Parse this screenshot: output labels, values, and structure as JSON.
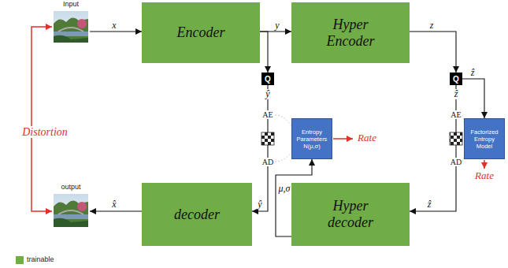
{
  "diagram": {
    "nodes": [
      {
        "text": [
          "Input"
        ]
      },
      {
        "text": [
          "Encoder"
        ]
      },
      {
        "text": [
          "Hyper Encoder"
        ]
      },
      {
        "text": [
          "Q"
        ]
      },
      {
        "text": [
          "Q"
        ]
      },
      {
        "text": [
          "Entropy Parameters N(μ,σ)"
        ]
      },
      {
        "text": [
          "Factorized Entropy Model"
        ]
      },
      {
        "text": [
          "Hyper decoder"
        ]
      },
      {
        "text": [
          "decoder"
        ]
      },
      {
        "text": [
          "output"
        ]
      }
    ],
    "edges": [
      {
        "from": 0,
        "to": 1,
        "label": "x",
        "arrow": "to"
      },
      {
        "from": 1,
        "to": 2,
        "label": "y",
        "arrow": "to"
      },
      {
        "from": 1,
        "to": 3,
        "arrow": "to"
      },
      {
        "from": 2,
        "to": 4,
        "label": "z",
        "arrow": "to"
      },
      {
        "from": 4,
        "to": 6,
        "label": "ẑ",
        "arrow": "to"
      },
      {
        "from": 3,
        "to": 8,
        "label": "ŷ",
        "arrow": "to"
      },
      {
        "from": 4,
        "to": 7,
        "label": "ẑ",
        "arrow": "to"
      },
      {
        "from": 7,
        "to": 5,
        "label": "μ,σ",
        "arrow": "to"
      },
      {
        "from": 8,
        "to": 9,
        "label": "x̂",
        "arrow": "to"
      },
      {
        "from": 9,
        "to": 0,
        "label": "Distortion",
        "arrow": "both"
      }
    ],
    "labels": [
      "ŷ",
      "AE",
      "AD",
      "Rate",
      "ẑ",
      "AE",
      "AD",
      "Rate"
    ],
    "legend": [
      {
        "text": "trainable",
        "color": "#70ad47"
      }
    ]
  }
}
